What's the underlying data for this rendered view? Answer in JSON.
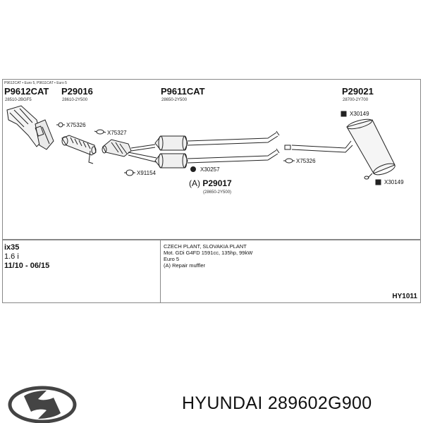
{
  "diagram": {
    "top_note": "P9612CAT • Euro 5, P9611CAT • Euro 5",
    "parts": [
      {
        "code": "P9612CAT",
        "oem": "28510-2BGF5"
      },
      {
        "code": "P29016",
        "oem": "28610-2Y500"
      },
      {
        "code": "P9611CAT",
        "oem": "28650-2Y500"
      },
      {
        "code": "P29021",
        "oem": "28700-2Y700"
      }
    ],
    "refs": {
      "x75326_a": "X75326",
      "x75327": "X75327",
      "x91154": "X91154",
      "x30257": "X30257",
      "x30149_top": "X30149",
      "x75326_b": "X75326",
      "x30149_bottom": "X30149"
    },
    "repair_part": {
      "prefix": "(A)",
      "code": "P29017",
      "oem": "(28650-2Y500)"
    }
  },
  "vehicle": {
    "model": "ix35",
    "engine": "1.6 i",
    "dates": "11/10 - 06/15"
  },
  "description": {
    "lines": [
      "CZECH PLANT, SLOVAKIA PLANT",
      "Mot. GDi G4FD 1591cc, 135hp, 99kW",
      "Euro 5",
      "(A) Repair muffler"
    ],
    "sheet_code": "HY1011"
  },
  "brand": {
    "text": "HYUNDAI 289602G900"
  }
}
